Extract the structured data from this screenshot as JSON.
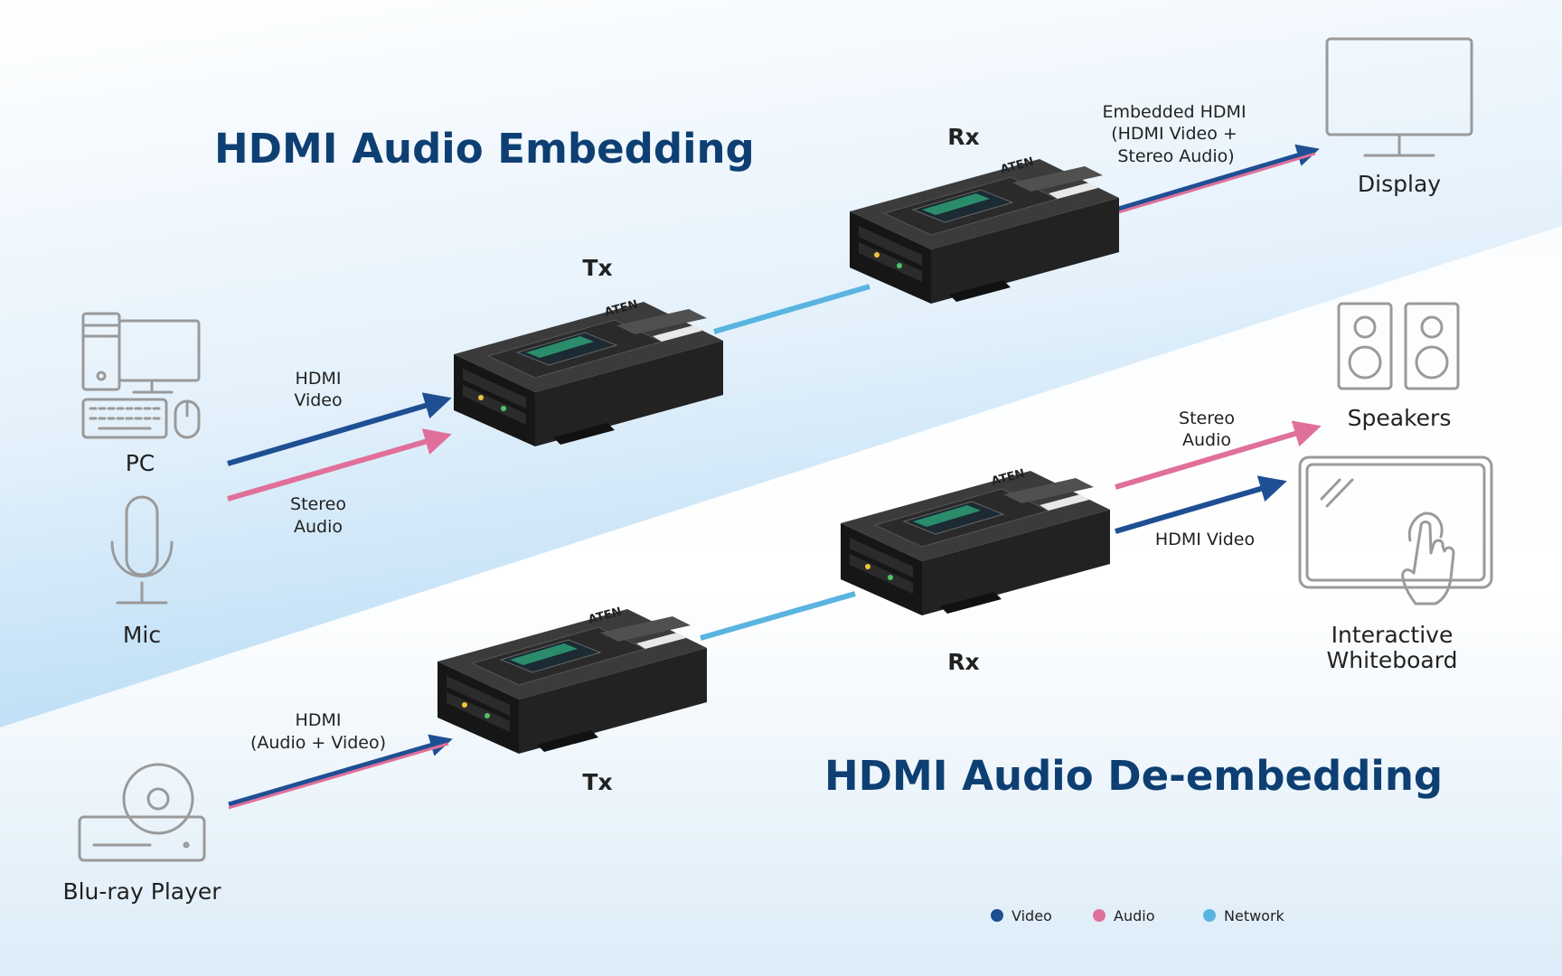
{
  "titles": {
    "embedding": "HDMI Audio Embedding",
    "deembedding": "HDMI Audio De-embedding"
  },
  "units": {
    "tx_top": "Tx",
    "rx_top": "Rx",
    "tx_bottom": "Tx",
    "rx_bottom": "Rx",
    "brand": "ATEN"
  },
  "devices": {
    "pc": "PC",
    "mic": "Mic",
    "bluray": "Blu-ray Player",
    "display": "Display",
    "speakers": "Speakers",
    "whiteboard_line1": "Interactive",
    "whiteboard_line2": "Whiteboard"
  },
  "signals": {
    "hdmi_video_in_l1": "HDMI",
    "hdmi_video_in_l2": "Video",
    "stereo_audio_in_l1": "Stereo",
    "stereo_audio_in_l2": "Audio",
    "embedded_l1": "Embedded HDMI",
    "embedded_l2": "(HDMI Video +",
    "embedded_l3": "Stereo Audio)",
    "hdmi_av_l1": "HDMI",
    "hdmi_av_l2": "(Audio + Video)",
    "stereo_audio_out_l1": "Stereo",
    "stereo_audio_out_l2": "Audio",
    "hdmi_video_out": "HDMI Video"
  },
  "legend": [
    {
      "label": "Video",
      "color": "#1f4f93"
    },
    {
      "label": "Audio",
      "color": "#e0709a"
    },
    {
      "label": "Network",
      "color": "#5ab4e0"
    }
  ],
  "colors": {
    "video": "#1f4f93",
    "audio": "#e0709a",
    "network": "#5ab4e0",
    "title": "#0e3f73",
    "icon": "#9a9a9a"
  }
}
